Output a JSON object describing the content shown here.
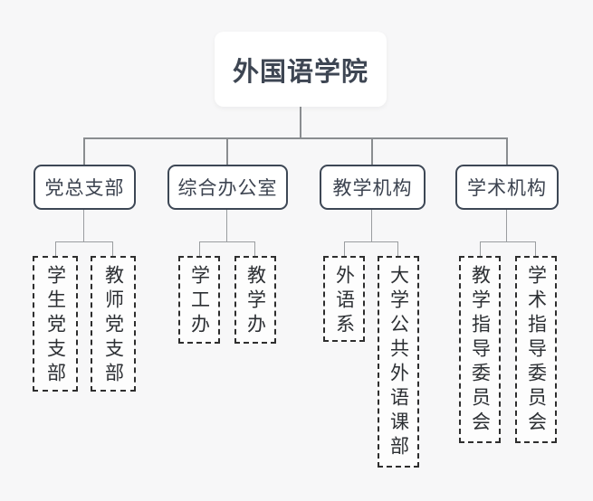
{
  "diagram": {
    "type": "org-chart",
    "title": "外国语学院",
    "colors": {
      "background": "#f7f7f8",
      "node_fill": "#ffffff",
      "node_border": "#3d4755",
      "dashed_border": "#2e2e2e",
      "text": "#3c4350",
      "connector": "#8a8d90"
    },
    "root": {
      "label": "外国语学院"
    },
    "level2": [
      {
        "label": "党总支部",
        "children": [
          {
            "label": "学生党支部"
          },
          {
            "label": "教师党支部"
          }
        ]
      },
      {
        "label": "综合办公室",
        "children": [
          {
            "label": "学工办"
          },
          {
            "label": "教学办"
          }
        ]
      },
      {
        "label": "教学机构",
        "children": [
          {
            "label": "外语系"
          },
          {
            "label": "大学公共外语课部"
          }
        ]
      },
      {
        "label": "学术机构",
        "children": [
          {
            "label": "教学指导委员会"
          },
          {
            "label": "学术指导委员会"
          }
        ]
      }
    ]
  }
}
